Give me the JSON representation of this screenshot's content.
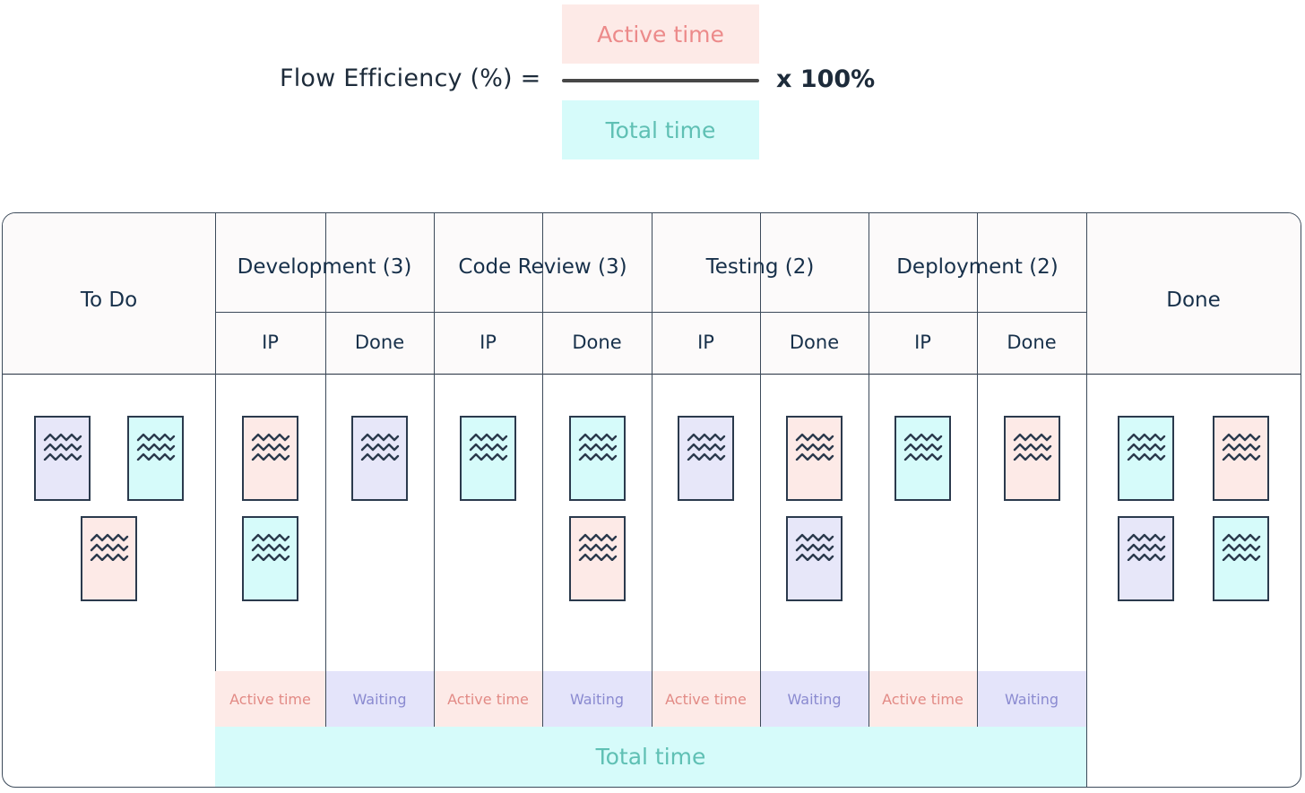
{
  "formula": {
    "label": "Flow Efficiency (%) =",
    "numerator": "Active time",
    "denominator": "Total time",
    "multiplier": "x 100%",
    "numerator_bg": "#fdeae7",
    "numerator_fg": "#ec8a8a",
    "denominator_bg": "#d6fbfa",
    "denominator_fg": "#5fc0b4"
  },
  "board": {
    "left_column": {
      "label": "To Do"
    },
    "right_column": {
      "label": "Done"
    },
    "stages": [
      {
        "title": "Development (3)",
        "wip": 3,
        "sub": [
          {
            "label": "IP"
          },
          {
            "label": "Done"
          }
        ]
      },
      {
        "title": "Code Review (3)",
        "wip": 3,
        "sub": [
          {
            "label": "IP"
          },
          {
            "label": "Done"
          }
        ]
      },
      {
        "title": "Testing (2)",
        "wip": 2,
        "sub": [
          {
            "label": "IP"
          },
          {
            "label": "Done"
          }
        ]
      },
      {
        "title": "Deployment (2)",
        "wip": 2,
        "sub": [
          {
            "label": "IP"
          },
          {
            "label": "Done"
          }
        ]
      }
    ],
    "time_bands": [
      {
        "label": "Active time",
        "kind": "active"
      },
      {
        "label": "Waiting",
        "kind": "waiting"
      },
      {
        "label": "Active time",
        "kind": "active"
      },
      {
        "label": "Waiting",
        "kind": "waiting"
      },
      {
        "label": "Active time",
        "kind": "active"
      },
      {
        "label": "Waiting",
        "kind": "waiting"
      },
      {
        "label": "Active time",
        "kind": "active"
      },
      {
        "label": "Waiting",
        "kind": "waiting"
      }
    ],
    "total_band": {
      "label": "Total time"
    },
    "cards": [
      {
        "column": "To Do",
        "row": 1,
        "slot": 1,
        "color": "lavender"
      },
      {
        "column": "To Do",
        "row": 1,
        "slot": 2,
        "color": "cyan"
      },
      {
        "column": "To Do",
        "row": 2,
        "slot": 1,
        "color": "pink"
      },
      {
        "column": "Development IP",
        "row": 1,
        "slot": 1,
        "color": "pink"
      },
      {
        "column": "Development IP",
        "row": 2,
        "slot": 1,
        "color": "cyan"
      },
      {
        "column": "Development Done",
        "row": 1,
        "slot": 1,
        "color": "lavender"
      },
      {
        "column": "Code Review IP",
        "row": 1,
        "slot": 1,
        "color": "cyan"
      },
      {
        "column": "Code Review Done",
        "row": 1,
        "slot": 1,
        "color": "cyan"
      },
      {
        "column": "Code Review Done",
        "row": 2,
        "slot": 1,
        "color": "pink"
      },
      {
        "column": "Testing IP",
        "row": 1,
        "slot": 1,
        "color": "lavender"
      },
      {
        "column": "Testing Done",
        "row": 1,
        "slot": 1,
        "color": "pink"
      },
      {
        "column": "Testing Done",
        "row": 2,
        "slot": 1,
        "color": "lavender"
      },
      {
        "column": "Deployment IP",
        "row": 1,
        "slot": 1,
        "color": "cyan"
      },
      {
        "column": "Deployment Done",
        "row": 1,
        "slot": 1,
        "color": "pink"
      },
      {
        "column": "Done",
        "row": 1,
        "slot": 1,
        "color": "cyan"
      },
      {
        "column": "Done",
        "row": 1,
        "slot": 2,
        "color": "pink"
      },
      {
        "column": "Done",
        "row": 2,
        "slot": 1,
        "color": "lavender"
      },
      {
        "column": "Done",
        "row": 2,
        "slot": 2,
        "color": "cyan"
      }
    ],
    "card_colors": {
      "lavender": "#e7e7f9",
      "cyan": "#d6fbfa",
      "pink": "#fdeae7",
      "border": "#2b3a4d"
    },
    "icon": "wave-lines-icon"
  }
}
